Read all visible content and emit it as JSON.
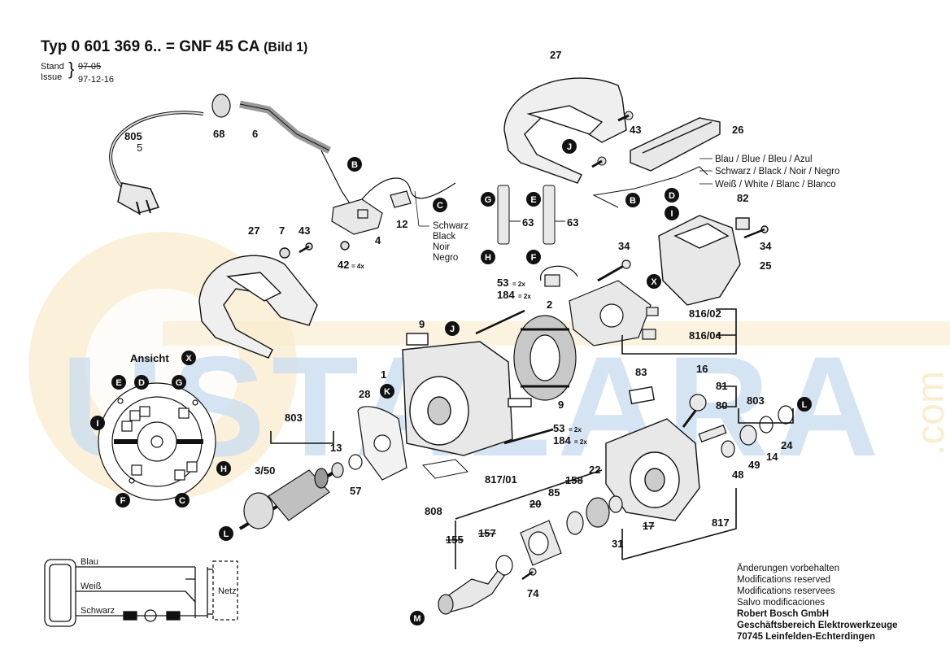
{
  "header": {
    "typ_label": "Typ",
    "typ_number": "0 601 369 6..",
    "equals": "=",
    "model": "GNF 45 CA",
    "bild": "(Bild 1)",
    "stand_label": "Stand",
    "stand_date": "97-05",
    "issue_label": "Issue",
    "issue_date": "97-12-16"
  },
  "watermark": {
    "text": "USTALARA",
    "suffix": ".com",
    "color": "#9bbfe3",
    "accent_color": "#f4dca3"
  },
  "colors": {
    "line": "#111111",
    "part": "#e8e8e8",
    "callout": "#111111"
  },
  "part_numbers": [
    "27",
    "43",
    "26",
    "805",
    "5",
    "68",
    "6",
    "12",
    "4",
    "7",
    "43",
    "42",
    "= 4x",
    "27",
    "63",
    "63",
    "34",
    "82",
    "34",
    "25",
    "53",
    "= 2x",
    "184",
    "= 2x",
    "2",
    "816/02",
    "816/04",
    "16",
    "9",
    "1",
    "28",
    "9",
    "53",
    "= 2x",
    "184",
    "= 2x",
    "83",
    "81",
    "80",
    "803",
    "24",
    "803",
    "13",
    "3/50",
    "57",
    "808",
    "817/01",
    "20",
    "85",
    "158",
    "22",
    "48",
    "49",
    "14",
    "817",
    "155",
    "157",
    "74",
    "31",
    "17"
  ],
  "callout_letters": [
    "B",
    "C",
    "J",
    "B",
    "D",
    "I",
    "G",
    "H",
    "E",
    "F",
    "X",
    "J",
    "K",
    "L",
    "X",
    "E",
    "D",
    "G",
    "I",
    "F",
    "C",
    "H",
    "L",
    "M"
  ],
  "wire_labels": {
    "schwarz_group": [
      "Schwarz",
      "Black",
      "Noir",
      "Negro"
    ],
    "right_wires": [
      "Blau / Blue / Bleu / Azul",
      "Schwarz / Black / Noir / Negro",
      "Weiß / White / Blanc / Blanco"
    ]
  },
  "ansicht": {
    "label": "Ansicht",
    "letter": "X"
  },
  "schematic": {
    "blau": "Blau",
    "weiss": "Weiß",
    "schwarz": "Schwarz",
    "netz": "Netz"
  },
  "notes": {
    "lines": [
      "Änderungen vorbehalten",
      "Modifications reserved",
      "Modifications reservees",
      "Salvo modificaciones"
    ],
    "company": "Robert Bosch GmbH",
    "division": "Geschäftsbereich Elektrowerkzeuge",
    "address": "70745 Leinfelden-Echterdingen"
  }
}
